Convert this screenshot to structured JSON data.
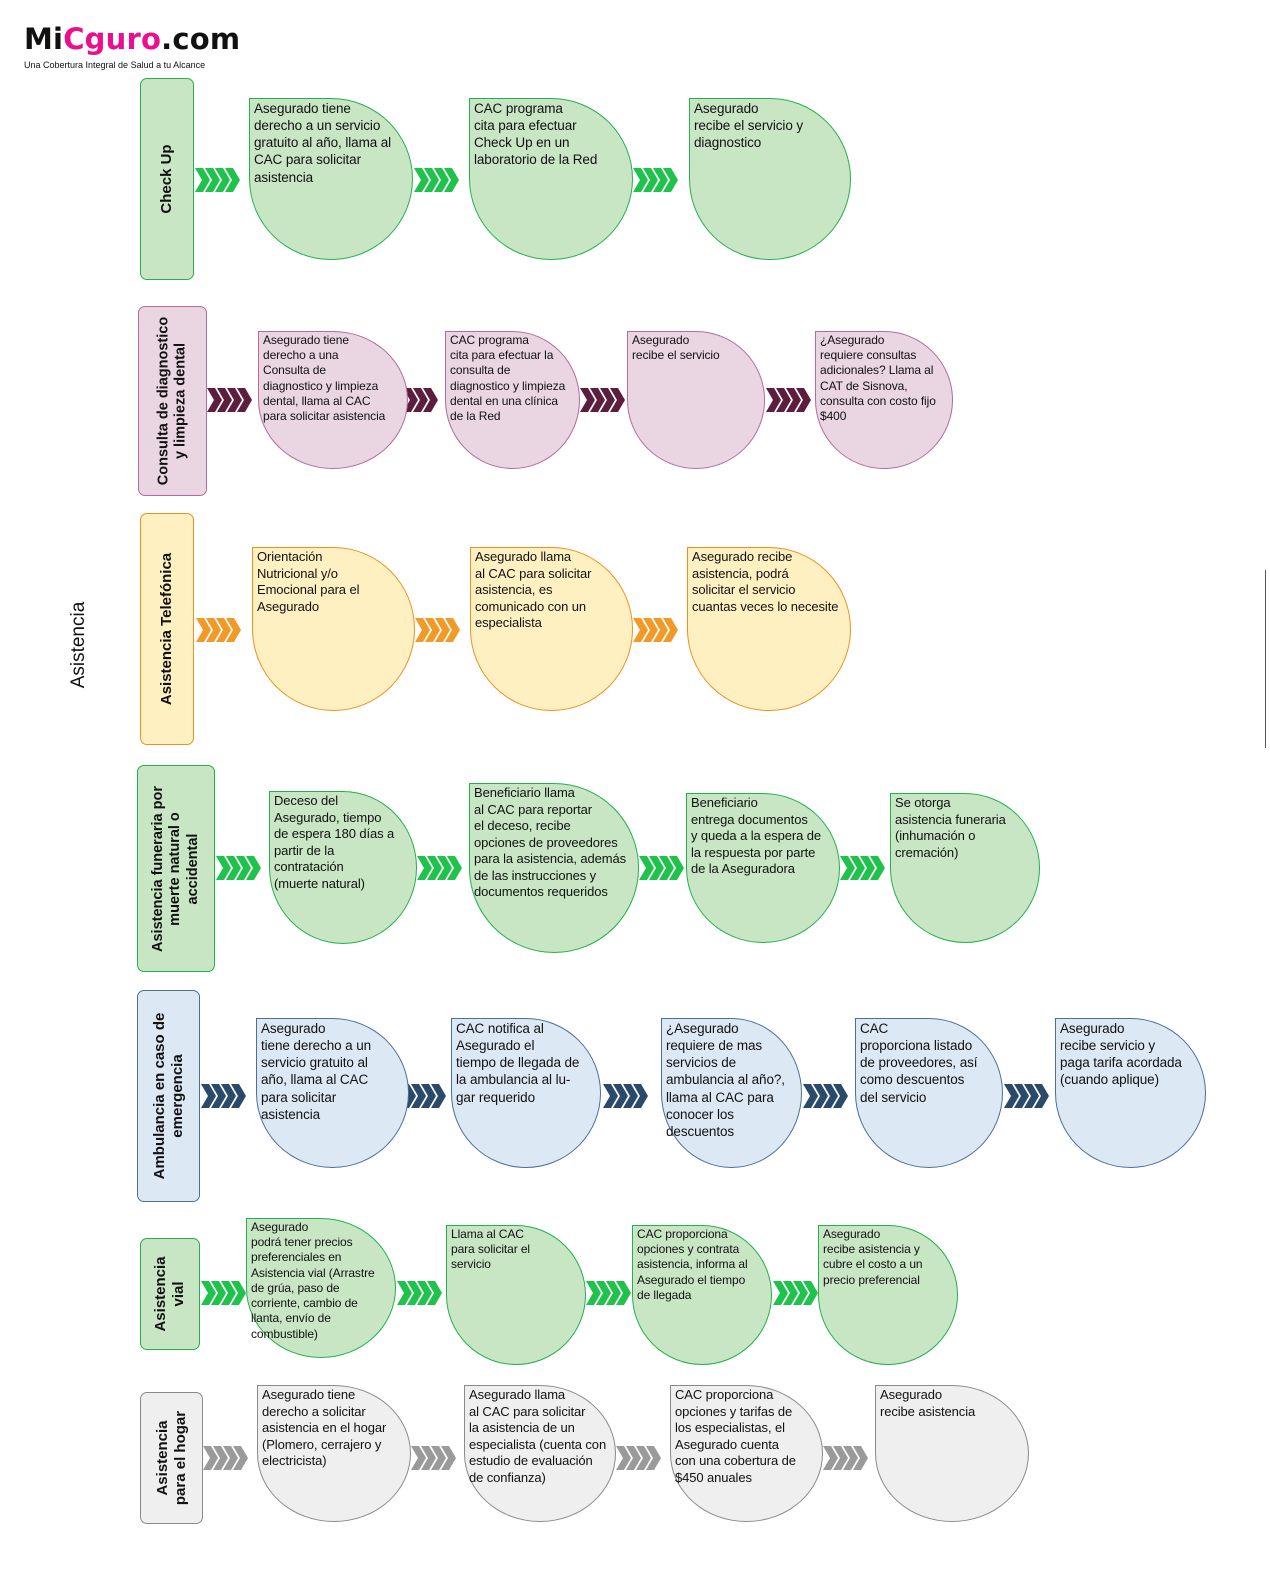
{
  "logo": {
    "prefix": "Mi",
    "accent": "Cguro",
    "suffix": ".com",
    "tagline": "Una Cobertura Integral de Salud a tu Alcance"
  },
  "side_title": "Asistencia",
  "colors": {
    "green": {
      "fill": "#c8e6c4",
      "stroke": "#22b14c",
      "arrow": "#1fc24b"
    },
    "purple": {
      "fill": "#ead5e3",
      "stroke": "#b36c9a",
      "arrow": "#5c1e3c"
    },
    "orange": {
      "fill": "#fff0c2",
      "stroke": "#f0901e",
      "arrow": "#f29a27"
    },
    "blue": {
      "fill": "#dde8f5",
      "stroke": "#4a7097",
      "arrow": "#2a4a6a"
    },
    "gray": {
      "fill": "#efefef",
      "stroke": "#8a8a8a",
      "arrow": "#9a9a9a"
    }
  },
  "rows": [
    {
      "key": "checkup",
      "category": "Check Up",
      "steps": [
        "Asegurado tiene\nderecho a un servicio\ngratuito al año, llama al\nCAC para solicitar\nasistencia",
        "CAC programa\ncita para efectuar\nCheck Up en un\nlaboratorio de la Red",
        "Asegurado\nrecibe el servicio y\ndiagnostico"
      ]
    },
    {
      "key": "dental",
      "category": "Consulta de diagnostico\ny limpieza dental",
      "steps": [
        "Asegurado tiene\nderecho a una\nConsulta de\ndiagnostico y limpieza\ndental, llama al CAC\npara solicitar asistencia",
        "CAC programa\ncita para efectuar la\nconsulta de\ndiagnostico y limpieza\ndental en una clínica\nde la Red",
        "Asegurado\nrecibe el servicio",
        "¿Asegurado\nrequiere consultas\nadicionales? Llama al\nCAT de Sisnova,\nconsulta con costo fijo\n$400"
      ]
    },
    {
      "key": "telefonica",
      "category": "Asistencia Telefónica",
      "steps": [
        "Orientación\nNutricional y/o\nEmocional para el\nAsegurado",
        "Asegurado llama\nal CAC para solicitar\nasistencia, es\ncomunicado con un\nespecialista",
        "Asegurado recibe\nasistencia, podrá\nsolicitar el servicio\ncuantas veces lo necesite"
      ]
    },
    {
      "key": "funeraria",
      "category": "Asistencia funeraria por\nmuerte natural o\naccidental",
      "steps": [
        "Deceso del\nAsegurado, tiempo\nde espera 180 días a\npartir de la\ncontratación\n(muerte natural)",
        "Beneficiario llama\nal CAC para reportar\nel deceso, recibe\nopciones de proveedores\npara la asistencia, además\nde las instrucciones y\ndocumentos requeridos",
        "Beneficiario\nentrega documentos\ny queda a la espera de\nla respuesta por parte\nde la Aseguradora",
        "Se otorga\nasistencia funeraria\n(inhumación o\ncremación)"
      ]
    },
    {
      "key": "ambulancia",
      "category": "Ambulancia en caso de\nemergencia",
      "steps": [
        "Asegurado\ntiene derecho a un\nservicio gratuito al\naño, llama al CAC\npara solicitar\nasistencia",
        "CAC notifica al\nAsegurado el\ntiempo de llegada de\nla ambulancia al lu-\ngar requerido",
        "¿Asegurado\nrequiere de mas\nservicios de\nambulancia al año?,\nllama al CAC para\nconocer los\ndescuentos",
        "CAC\nproporciona listado\nde proveedores, así\ncomo descuentos\ndel servicio",
        "Asegurado\nrecibe servicio y\npaga tarifa acordada\n(cuando aplique)"
      ]
    },
    {
      "key": "vial",
      "category": "Asistencia\nvial",
      "steps": [
        "Asegurado\npodrá tener precios\npreferenciales en\nAsistencia vial (Arrastre\nde grúa, paso de\ncorriente, cambio de\nllanta, envío de\ncombustible)",
        "Llama al CAC\npara solicitar el\nservicio",
        "CAC proporciona\nopciones y contrata\nasistencia, informa al\nAsegurado el tiempo\nde llegada",
        "Asegurado\nrecibe asistencia y\ncubre el costo a un\nprecio preferencial"
      ]
    },
    {
      "key": "hogar",
      "category": "Asistencia\npara el hogar",
      "steps": [
        "Asegurado tiene\nderecho a solicitar\nasistencia en el hogar\n(Plomero, cerrajero y\nelectricista)",
        "Asegurado llama\nal CAC para solicitar\nla asistencia de un\nespecialista (cuenta con\nestudio de evaluación\nde confianza)",
        "CAC proporciona\nopciones y tarifas de\nlos especialistas, el\nAsegurado cuenta\ncon una cobertura de\n$450 anuales",
        "Asegurado\nrecibe asistencia"
      ]
    }
  ]
}
